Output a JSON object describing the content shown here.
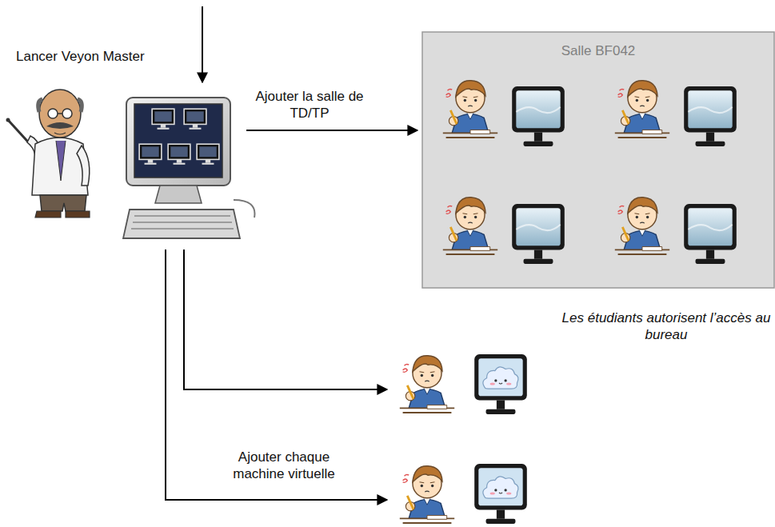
{
  "diagram": {
    "nodes": [
      {
        "text": [
          "Salle BF042"
        ]
      }
    ],
    "labels": [
      "Lancer Veyon Master",
      "Ajouter la salle de TD/TP",
      "Les étudiants autorisent l’accès au bureau",
      "Ajouter chaque machine virtuelle"
    ]
  }
}
